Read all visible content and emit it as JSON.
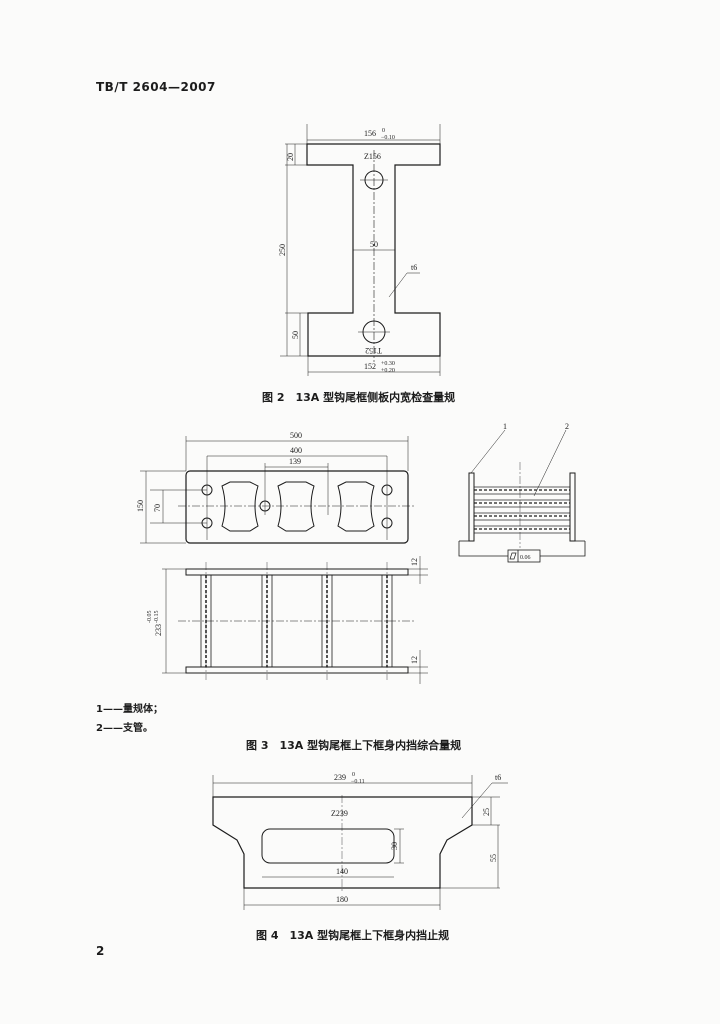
{
  "header": {
    "standard_code": "TB/T 2604—2007"
  },
  "figure2": {
    "caption": "图 2　13A 型钩尾框侧板内宽检查量规",
    "dim_top": "156",
    "dim_top_tol_upper": "0",
    "dim_top_tol_lower": "−0.10",
    "mark_top": "Z156",
    "dim_flange_height": "20",
    "dim_total_height": "250",
    "dim_web_width": "50",
    "dim_bottom_height": "50",
    "thickness": "t6",
    "mark_bottom": "T152",
    "dim_bottom": "152",
    "dim_bottom_tol_upper": "+0.30",
    "dim_bottom_tol_lower": "+0.20"
  },
  "figure3": {
    "caption": "图 3　13A 型钩尾框上下框身内挡综合量规",
    "dim_length": "500",
    "dim_hole_spacing": "400",
    "dim_center_spacing": "139",
    "dim_height": "150",
    "dim_hole_vertical": "70",
    "dim_depth": "233",
    "dim_depth_tol_upper": "-0.05",
    "dim_depth_tol_lower": "-0.15",
    "dim_plate_top": "12",
    "dim_plate_bottom": "12",
    "callout_1": "1",
    "callout_2": "2",
    "flatness_tolerance": "0.06",
    "legend": [
      "1——量规体；",
      "2——支管。"
    ]
  },
  "figure4": {
    "caption": "图 4　13A 型钩尾框上下框身内挡止规",
    "dim_top": "239",
    "dim_top_tol_upper": "0",
    "dim_top_tol_lower": "−0.11",
    "thickness": "t6",
    "mark": "Z239",
    "dim_top_height": "25",
    "dim_inner_height": "30",
    "dim_total_height": "55",
    "dim_inner_width": "140",
    "dim_bottom_width": "180"
  },
  "page_number": "2"
}
